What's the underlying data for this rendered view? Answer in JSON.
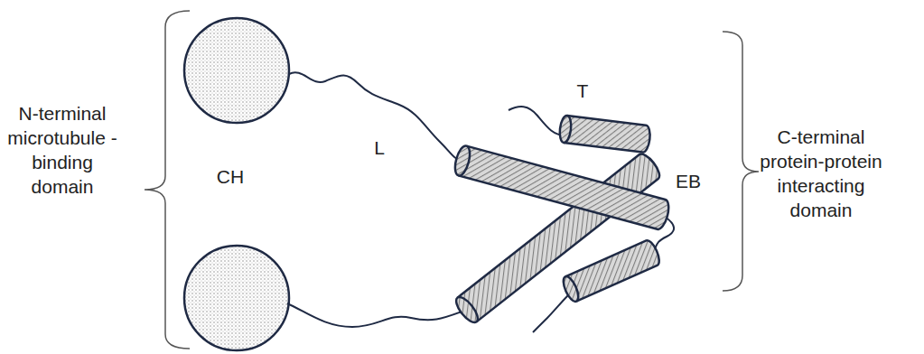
{
  "diagram": {
    "labels": [
      "N-terminal microtubule - binding domain",
      "CH",
      "L",
      "T",
      "EB",
      "C-terminal protein-protein interacting domain"
    ]
  }
}
